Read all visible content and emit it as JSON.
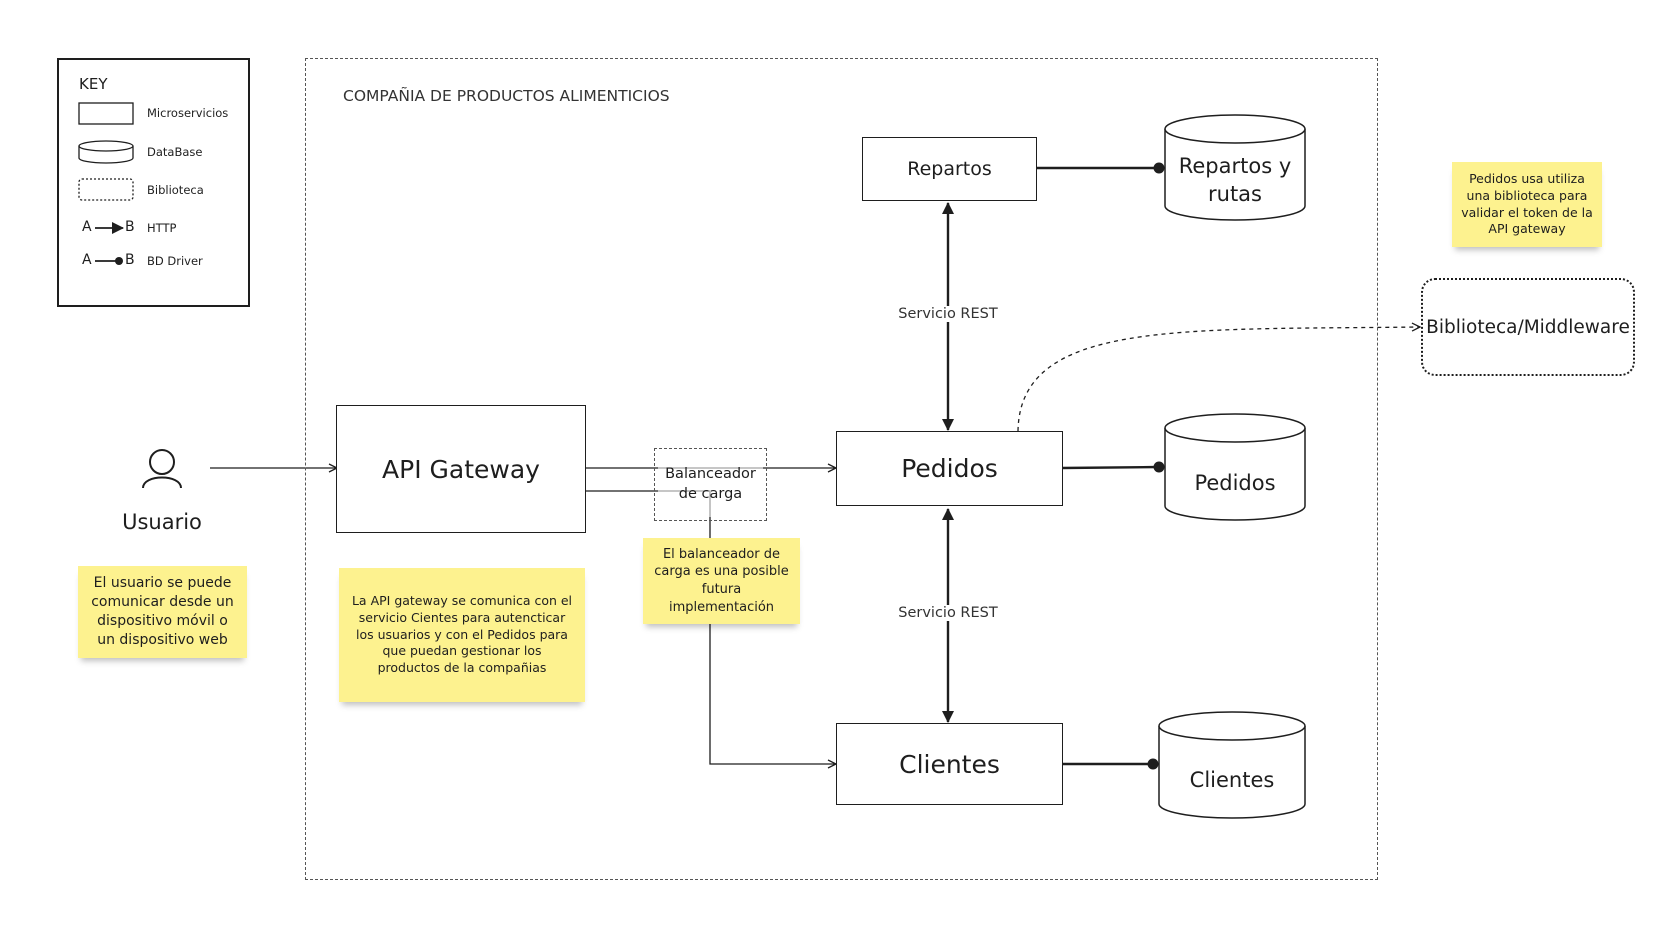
{
  "key": {
    "title": "KEY",
    "items": {
      "microservicios": "Microservicios",
      "database": "DataBase",
      "biblioteca": "Biblioteca",
      "http": "HTTP",
      "bd_driver": "BD Driver",
      "a": "A",
      "b": "B"
    }
  },
  "boundary": {
    "title": "COMPAÑIA DE PRODUCTOS ALIMENTICIOS"
  },
  "actor": {
    "label": "Usuario"
  },
  "services": {
    "api_gateway": "API Gateway",
    "repartos": "Repartos",
    "pedidos": "Pedidos",
    "clientes": "Clientes"
  },
  "databases": {
    "repartos_rutas": "Repartos y rutas",
    "pedidos": "Pedidos",
    "clientes": "Clientes"
  },
  "library": {
    "balanceador": "Balanceador de carga",
    "middleware": "Biblioteca/Middleware"
  },
  "connectors": {
    "rest_top": "Servicio REST",
    "rest_bottom": "Servicio REST"
  },
  "notes": {
    "usuario": "El usuario se puede comunicar desde un dispositivo móvil o un dispositivo web",
    "api_gateway": "La API gateway se comunica con el servicio Cientes para autencticar los usuarios y con el Pedidos para que puedan gestionar los productos de la compañias",
    "balanceador": "El balanceador de carga es una posible futura implementación",
    "pedidos": "Pedidos usa utiliza una biblioteca para validar el token de la API gateway"
  }
}
